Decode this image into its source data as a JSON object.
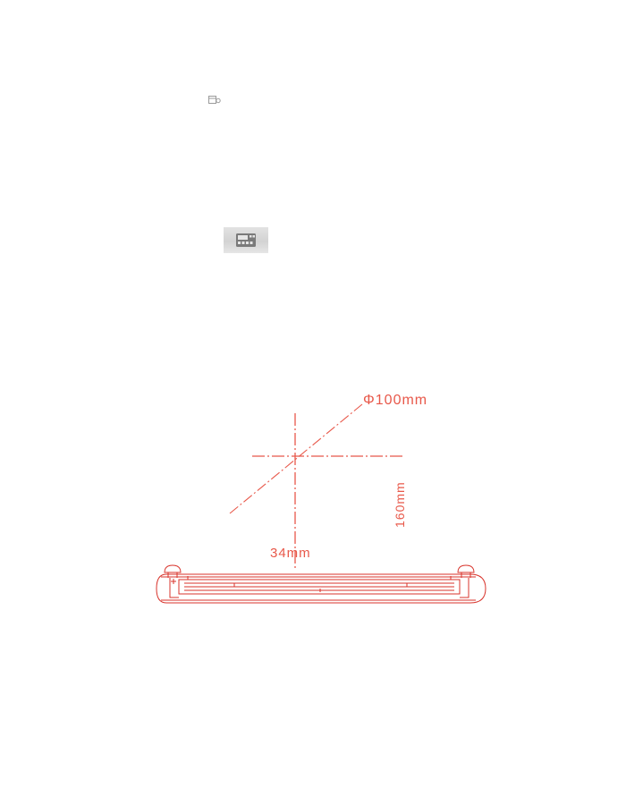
{
  "icons": {
    "small_icon": "window-icon",
    "thumbnail_icon": "control-panel-icon"
  },
  "drawing": {
    "diameter_label": "Φ100mm",
    "height_label": "160mm",
    "offset_label": "34mm",
    "line_color": "#e8584a",
    "outline_color": "#d8332b"
  }
}
